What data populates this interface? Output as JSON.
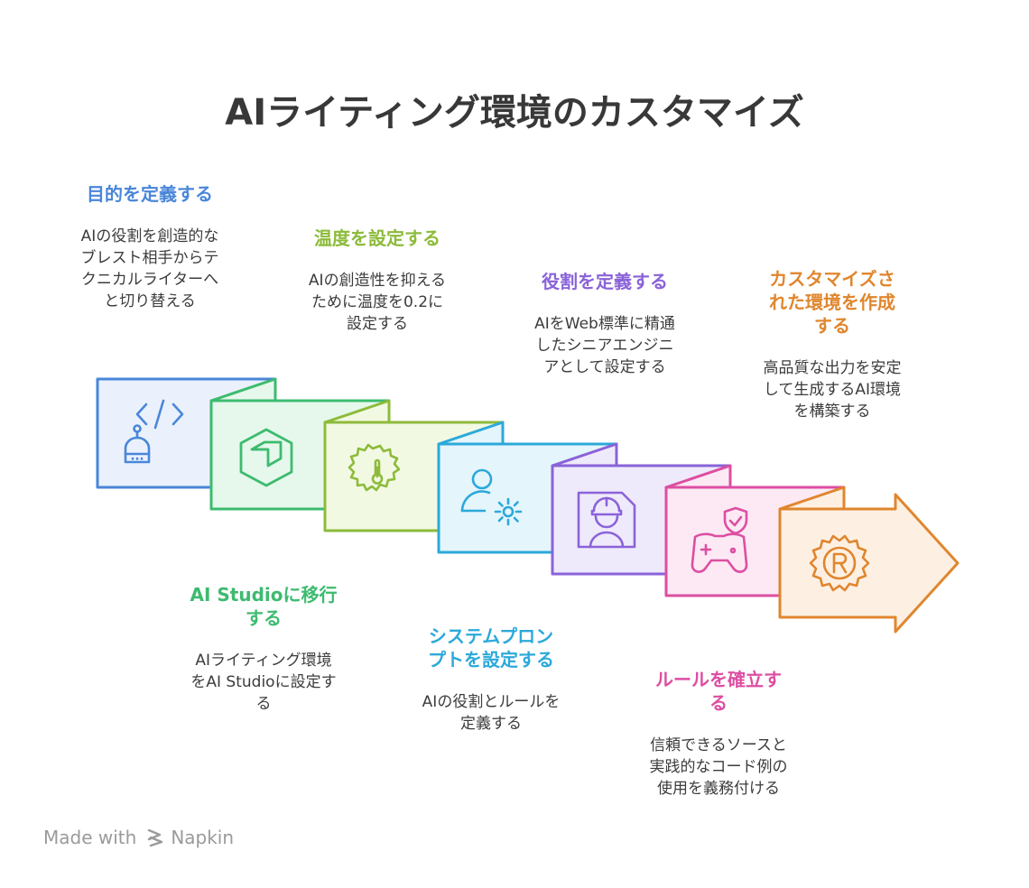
{
  "title": "AIライティング環境のカスタマイズ",
  "footer": {
    "made_with": "Made with",
    "brand": "Napkin"
  },
  "steps": [
    {
      "heading": "目的を定義する",
      "heading_lines": [
        "目的を定義する"
      ],
      "description": "AIの役割を創造的なブレスト相手からテクニカルライターへと切り替える",
      "description_lines": [
        "AIの役割を創造的な",
        "ブレスト相手からテ",
        "クニカルライターへ",
        "と切り替える"
      ],
      "icon": "code-robot-icon",
      "color": "#4a86d9",
      "fill": "#eaf1fc"
    },
    {
      "heading": "AI Studioに移行する",
      "heading_lines": [
        "AI Studioに移行",
        "する"
      ],
      "description": "AIライティング環境をAI Studioに設定する",
      "description_lines": [
        "AIライティング環境",
        "をAI Studioに設定す",
        "る"
      ],
      "icon": "box-icon",
      "color": "#3dbb6f",
      "fill": "#e6f8ec"
    },
    {
      "heading": "温度を設定する",
      "heading_lines": [
        "温度を設定する"
      ],
      "description": "AIの創造性を抑えるために温度を0.2に設定する",
      "description_lines": [
        "AIの創造性を抑える",
        "ために温度を0.2に",
        "設定する"
      ],
      "icon": "thermometer-gear-icon",
      "color": "#8dbb3a",
      "fill": "#f2f9e3"
    },
    {
      "heading": "システムプロンプトを設定する",
      "heading_lines": [
        "システムプロン",
        "プトを設定する"
      ],
      "description": "AIの役割とルールを定義する",
      "description_lines": [
        "AIの役割とルールを",
        "定義する"
      ],
      "icon": "user-gear-icon",
      "color": "#2ca9d9",
      "fill": "#e4f5fc"
    },
    {
      "heading": "役割を定義する",
      "heading_lines": [
        "役割を定義する"
      ],
      "description": "AIをWeb標準に精通したシニアエンジニアとして設定する",
      "description_lines": [
        "AIをWeb標準に精通",
        "したシニアエンジニ",
        "アとして設定する"
      ],
      "icon": "engineer-badge-icon",
      "color": "#8a63d9",
      "fill": "#efeafb"
    },
    {
      "heading": "ルールを確立する",
      "heading_lines": [
        "ルールを確立す",
        "る"
      ],
      "description": "信頼できるソースと実践的なコード例の使用を義務付ける",
      "description_lines": [
        "信頼できるソースと",
        "実践的なコード例の",
        "使用を義務付ける"
      ],
      "icon": "gamepad-shield-icon",
      "color": "#dd4ea2",
      "fill": "#fce9f4"
    },
    {
      "heading": "カスタマイズされた環境を作成する",
      "heading_lines": [
        "カスタマイズさ",
        "れた環境を作成",
        "する"
      ],
      "description": "高品質な出力を安定して生成するAI環境を構築する",
      "description_lines": [
        "高品質な出力を安定",
        "して生成するAI環境",
        "を構築する"
      ],
      "icon": "registered-gear-icon",
      "color": "#e0862e",
      "fill": "#fdf0e3"
    }
  ]
}
